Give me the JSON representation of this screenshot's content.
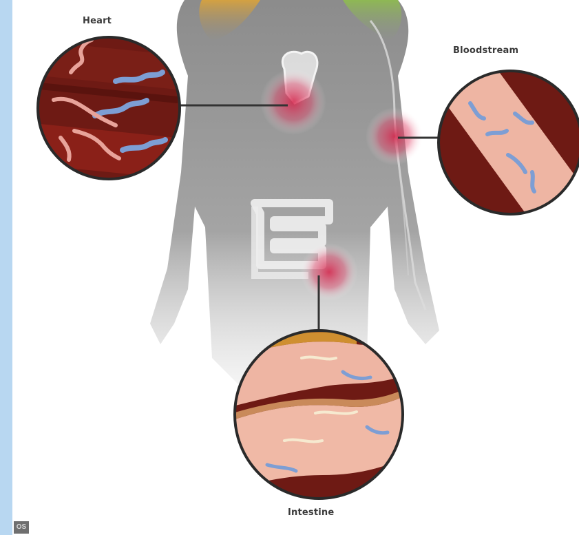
{
  "labels": {
    "heart": "Heart",
    "bloodstream": "Bloodstream",
    "intestine": "Intestine"
  },
  "corner_mark": "OS",
  "colors": {
    "background": "#b8d7f1",
    "panel": "#ffffff",
    "body_silhouette": "#8e8e8e",
    "tissue_dark": "#6e1a14",
    "tissue_pink": "#eeb5a3",
    "bacteria_blue": "#7d9ed4",
    "bacteria_pink": "#e8a39a",
    "infection_glow": "#d6234a",
    "shoulder_orange": "#e0a535",
    "shoulder_green": "#8fc04a",
    "connector": "#333333"
  }
}
